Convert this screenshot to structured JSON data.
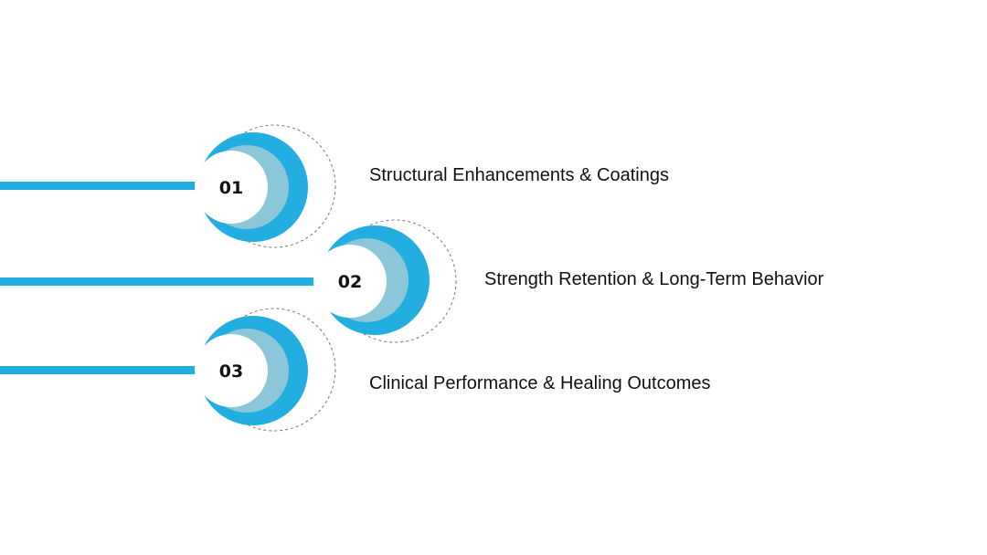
{
  "colors": {
    "primary": "#22aee0",
    "light": "#8cc6d9",
    "disc": "#ffffff",
    "dashed_ring": "#777777",
    "text": "#111111"
  },
  "steps": [
    {
      "number": "01",
      "label": "Structural Enhancements & Coatings"
    },
    {
      "number": "02",
      "label": "Strength Retention & Long-Term Behavior"
    },
    {
      "number": "03",
      "label": "Clinical Performance & Healing Outcomes"
    }
  ]
}
